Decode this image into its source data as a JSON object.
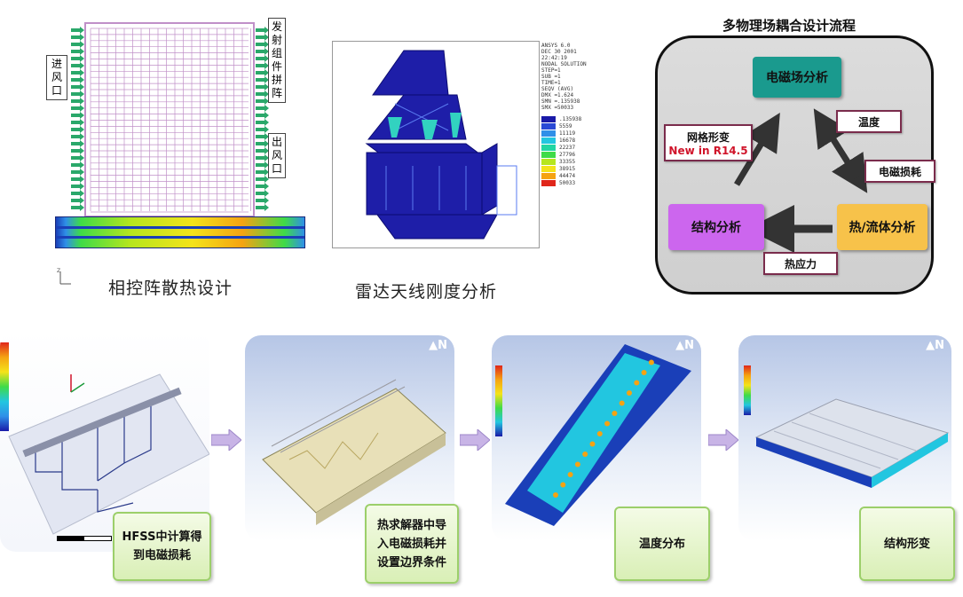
{
  "top_left": {
    "labels": {
      "inlet": [
        "进",
        "风",
        "口"
      ],
      "outlet": [
        "出",
        "风",
        "口"
      ],
      "array": [
        "发",
        "射",
        "组",
        "件",
        "拼",
        "阵"
      ]
    },
    "caption": "相控阵散热设计"
  },
  "top_mid": {
    "caption": "雷达天线刚度分析",
    "ansys_header": [
      "ANSYS 6.0",
      "DEC 30 2001",
      "22:42:19",
      "NODAL SOLUTION",
      "STEP=1",
      "SUB =1",
      "TIME=1",
      "SEQV      (AVG)",
      "DMX =1.624",
      "SMN =.135938",
      "SMX =50033"
    ],
    "legend_values": [
      ".135938",
      "5559",
      "11119",
      "16678",
      "22237",
      "27796",
      "33355",
      "38915",
      "44474",
      "50033"
    ],
    "colors": [
      "#1a1aa8",
      "#2a49d6",
      "#2f8fe8",
      "#22c6e0",
      "#21d6a3",
      "#3fdb48",
      "#b6e61e",
      "#f4e31a",
      "#f5a312",
      "#e0261a"
    ]
  },
  "flow": {
    "title": "多物理场耦合设计流程",
    "em_node": "电磁场分析",
    "struct_node": "结构分析",
    "thermal_node": "热/流体分析",
    "tag_temp": "温度",
    "tag_emloss": "电磁损耗",
    "tag_thermal_stress": "热应力",
    "tag_mesh_line1": "网格形变",
    "tag_mesh_line2": "New in R14.5",
    "colors": {
      "em": "#1a9a8e",
      "struct": "#cc66ee",
      "thermal": "#f7c24a",
      "arrow": "#333333",
      "new": "#d0142a"
    }
  },
  "steps": [
    {
      "lines": [
        "HFSS中计算得",
        "到电磁损耗"
      ]
    },
    {
      "lines": [
        "热求解器中导",
        "入电磁损耗并",
        "设置边界条件"
      ]
    },
    {
      "lines": [
        "温度分布"
      ]
    },
    {
      "lines": [
        "结构形变"
      ]
    }
  ]
}
